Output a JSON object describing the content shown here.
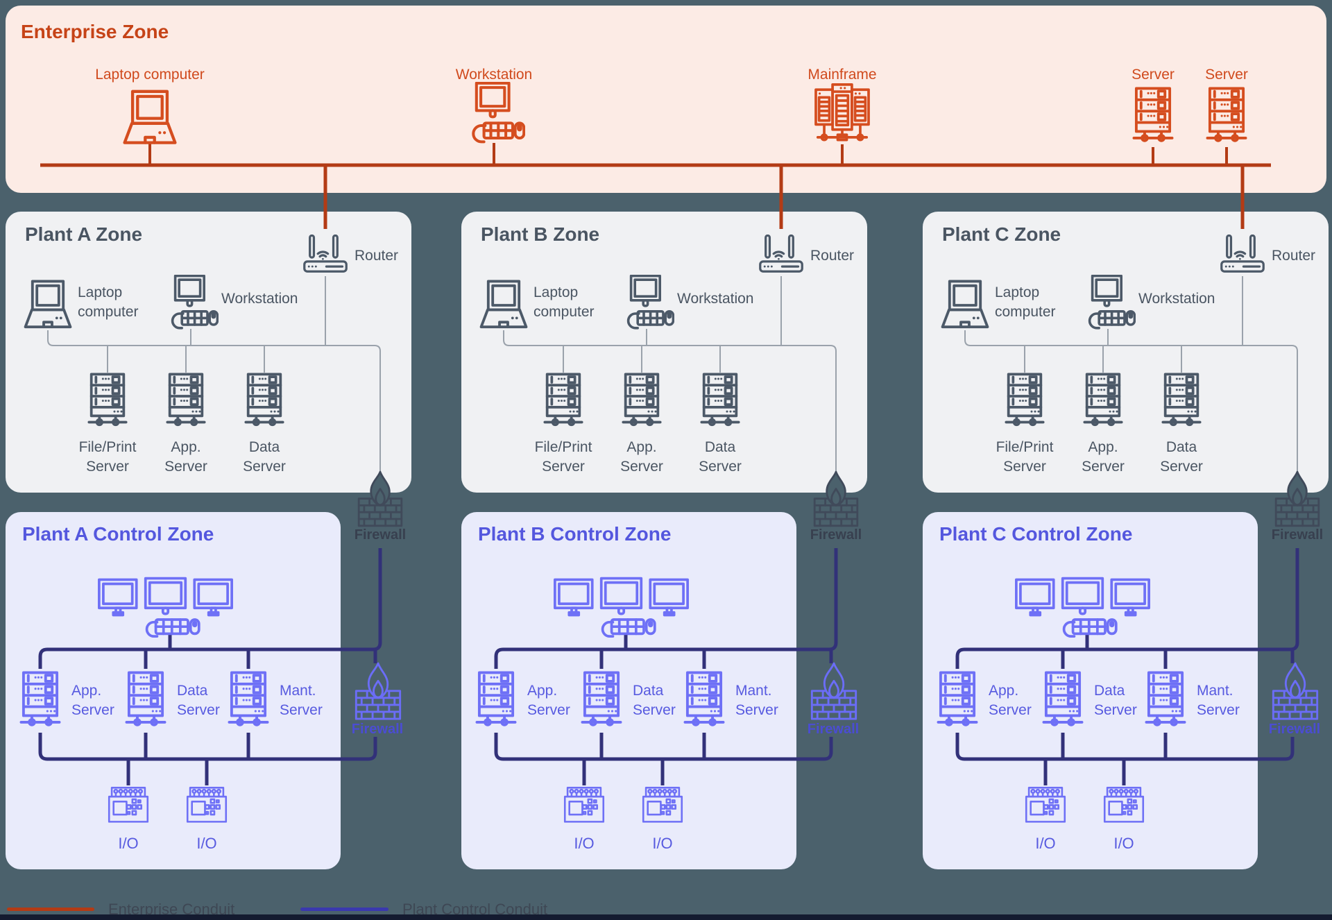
{
  "page": {
    "background": "#4b616c"
  },
  "enterprise_zone": {
    "title": "Enterprise Zone",
    "title_color": "#c64317",
    "card_color": "#fcebe5",
    "conduit_color": "#b33b15",
    "devices": [
      {
        "label": "Laptop computer",
        "icon": "laptop-icon"
      },
      {
        "label": "Workstation",
        "icon": "workstation-icon"
      },
      {
        "label": "Mainframe",
        "icon": "mainframe-icon"
      },
      {
        "label": "Server",
        "icon": "server-icon"
      },
      {
        "label": "Server",
        "icon": "server-icon"
      }
    ]
  },
  "plant_zones": [
    {
      "title": "Plant A Zone",
      "router_label": "Router",
      "laptop_label": [
        "Laptop",
        "computer"
      ],
      "workstation_label": "Workstation",
      "servers": [
        [
          "File/Print",
          "Server"
        ],
        [
          "App.",
          "Server"
        ],
        [
          "Data",
          "Server"
        ]
      ]
    },
    {
      "title": "Plant B Zone",
      "router_label": "Router",
      "laptop_label": [
        "Laptop",
        "computer"
      ],
      "workstation_label": "Workstation",
      "servers": [
        [
          "File/Print",
          "Server"
        ],
        [
          "App.",
          "Server"
        ],
        [
          "Data",
          "Server"
        ]
      ]
    },
    {
      "title": "Plant C Zone",
      "router_label": "Router",
      "laptop_label": [
        "Laptop",
        "computer"
      ],
      "workstation_label": "Workstation",
      "servers": [
        [
          "File/Print",
          "Server"
        ],
        [
          "App.",
          "Server"
        ],
        [
          "Data",
          "Server"
        ]
      ]
    }
  ],
  "control_zones": [
    {
      "title": "Plant A Control Zone",
      "servers": [
        [
          "App.",
          "Server"
        ],
        [
          "Data",
          "Server"
        ],
        [
          "Mant.",
          "Server"
        ]
      ],
      "io_labels": [
        "I/O",
        "I/O"
      ]
    },
    {
      "title": "Plant B Control Zone",
      "servers": [
        [
          "App.",
          "Server"
        ],
        [
          "Data",
          "Server"
        ],
        [
          "Mant.",
          "Server"
        ]
      ],
      "io_labels": [
        "I/O",
        "I/O"
      ]
    },
    {
      "title": "Plant C Control Zone",
      "servers": [
        [
          "App.",
          "Server"
        ],
        [
          "Data",
          "Server"
        ],
        [
          "Mant.",
          "Server"
        ]
      ],
      "io_labels": [
        "I/O",
        "I/O"
      ]
    }
  ],
  "firewall_label": "Firewall",
  "zone_card_colors": {
    "plant": "#f0f1f3",
    "control": "#e9ebfb"
  },
  "legend": {
    "items": [
      {
        "label": "Enterprise Conduit",
        "color": "#b33b15"
      },
      {
        "label": "Plant Control Conduit",
        "color": "#3a38ae"
      }
    ]
  }
}
